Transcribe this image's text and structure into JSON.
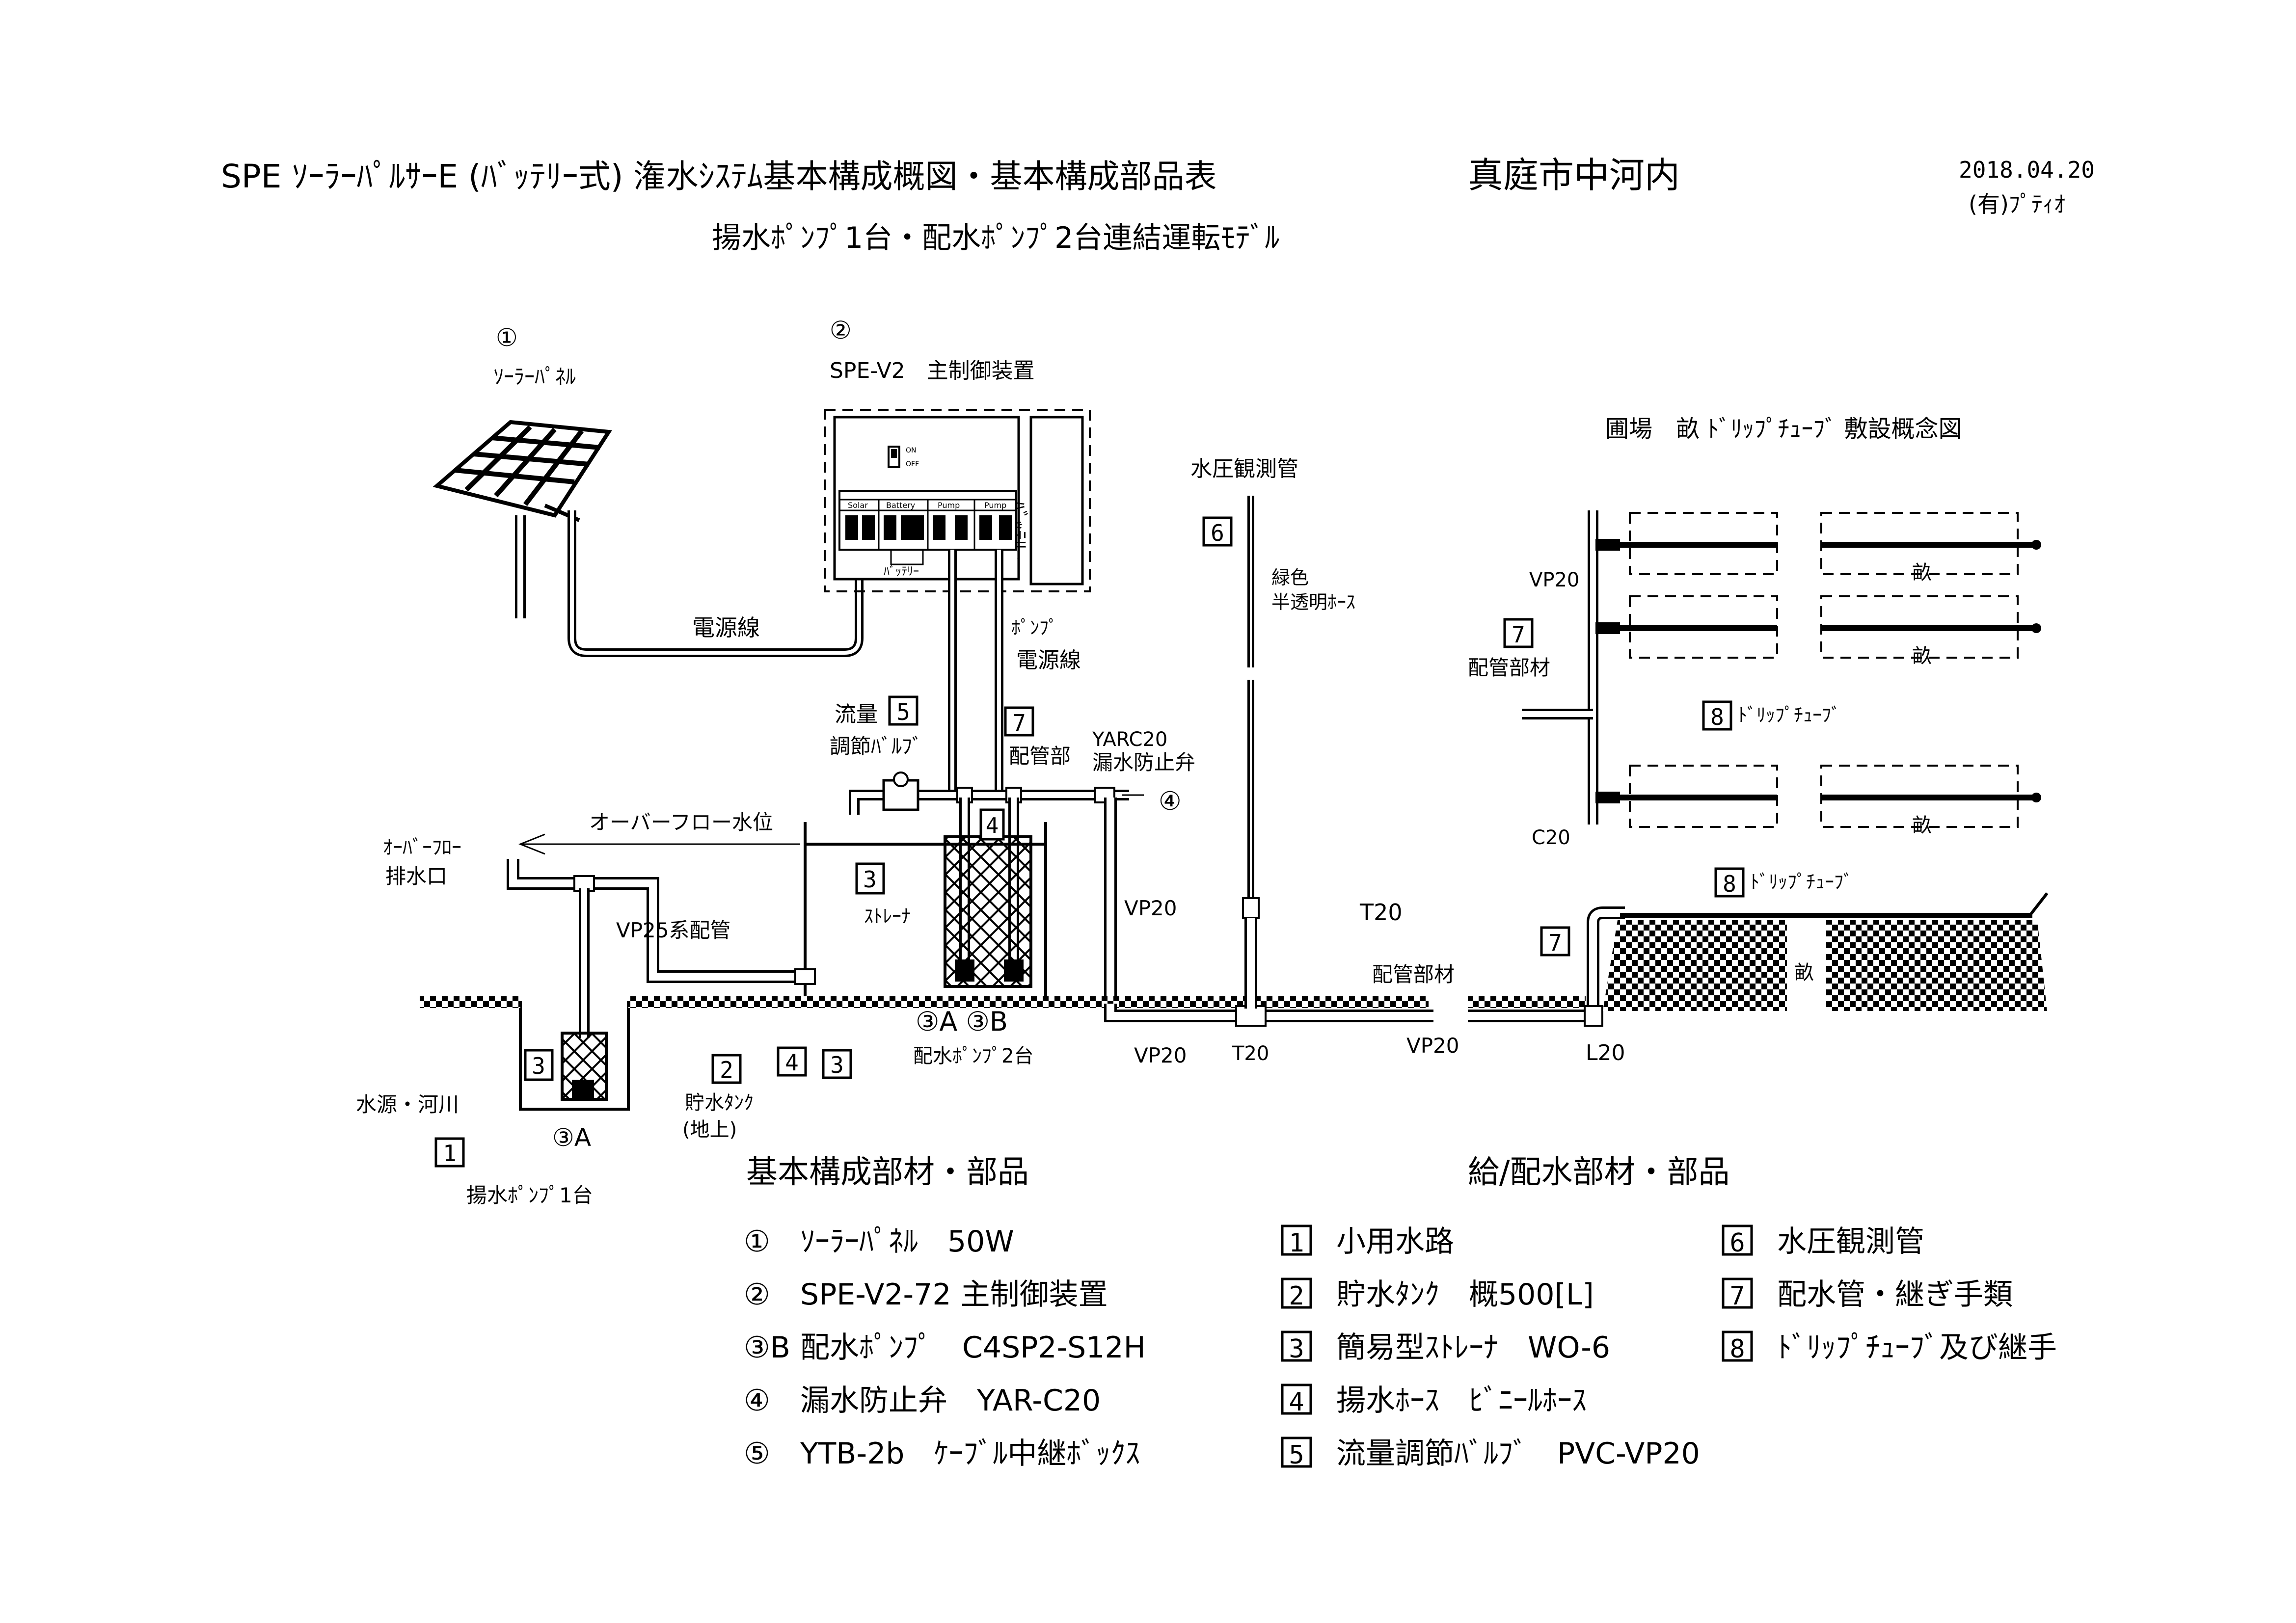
{
  "header": {
    "title": "SPE ｿｰﾗｰﾊﾟﾙｻｰE (ﾊﾞｯﾃﾘｰ式) 潅水ｼｽﾃﾑ基本構成概図・基本構成部品表",
    "location": "真庭市中河内",
    "subtitle": "揚水ﾎﾟﾝﾌﾟ1台・配水ﾎﾟﾝﾌﾟ2台連結運転ﾓﾃﾞﾙ",
    "date": "2018.04.20",
    "company": "(有)ﾌﾟﾃｨｵ"
  },
  "diagram": {
    "solar_num": "①",
    "solar_label": "ｿｰﾗｰﾊﾟﾈﾙ",
    "controller_num": "②",
    "controller_label": "SPE-V2　主制御装置",
    "switch_on": "ON",
    "switch_off": "OFF",
    "terminals": [
      "Solar",
      "Battery",
      "Pump",
      "Pump"
    ],
    "battery_label": "ﾊﾞｯﾃﾘｰ",
    "battery_small": "ﾊﾞｯﾃﾘｰ",
    "power_line": "電源線",
    "pump_power_1": "ﾎﾟﾝﾌﾟ",
    "pump_power_2": "電源線",
    "pressure_tube_label": "水圧観測管",
    "pressure_tube_num": "6",
    "hose_label_1": "緑色",
    "hose_label_2": "半透明ﾎｰｽ",
    "flow_label_1": "流量",
    "flow_num": "5",
    "flow_label_2": "調節ﾊﾞﾙﾌﾞ",
    "piping_num_1": "7",
    "piping_label_1": "配管部",
    "yarc_1": "YARC20",
    "yarc_2": "漏水防止弁",
    "yarc_num": "④",
    "overflow_level": "オーバーフロー水位",
    "overflow_outlet_1": "ｵｰﾊﾞｰﾌﾛｰ",
    "overflow_outlet_2": "排水口",
    "strainer_num": "3",
    "strainer_label": "ｽﾄﾚｰﾅ",
    "tank_hose_num": "4",
    "vp25_label": "VP25系配管",
    "vp20_vertical": "VP20",
    "t20_upper": "T20",
    "piping_material": "配管部材",
    "pump_3a_3b": "③A ③B",
    "dist_pump_label": "配水ﾎﾟﾝﾌﾟ2台",
    "vp20_lower_1": "VP20",
    "t20_lower": "T20",
    "vp20_lower_2": "VP20",
    "l20_label": "L20",
    "source_label": "水源・河川",
    "source_num": "1",
    "intake_num": "3",
    "intake_pump": "③A",
    "intake_pump_label": "揚水ﾎﾟﾝﾌﾟ1台",
    "tank_num": "2",
    "tank_label_1": "貯水ﾀﾝｸ",
    "tank_label_2": "(地上)",
    "num_4_box": "4",
    "num_3_box": "3",
    "field_title": "圃場　畝 ﾄﾞﾘｯﾌﾟﾁｭｰﾌﾞ 敷設概念図",
    "vp20_field": "VP20",
    "field_piping_num": "7",
    "field_piping_label": "配管部材",
    "drip_num_1": "8",
    "drip_label_1": "ﾄﾞﾘｯﾌﾟﾁｭｰﾌﾞ",
    "c20_label": "C20",
    "drip_num_2": "8",
    "drip_label_2": "ﾄﾞﾘｯﾌﾟﾁｭｰﾌﾞ",
    "field_piping_num_2": "7",
    "ridge": "畝"
  },
  "parts_basic": {
    "title": "基本構成部材・部品",
    "items": [
      {
        "num": "①",
        "text": "ｿｰﾗｰﾊﾟﾈﾙ　50W"
      },
      {
        "num": "②",
        "text": "SPE-V2-72 主制御装置"
      },
      {
        "num": "③B",
        "text": "配水ﾎﾟﾝﾌﾟ　C4SP2-S12H"
      },
      {
        "num": "④",
        "text": "漏水防止弁　YAR-C20"
      },
      {
        "num": "⑤",
        "text": "YTB-2b　ｹｰﾌﾞﾙ中継ﾎﾞｯｸｽ"
      }
    ]
  },
  "parts_supply": {
    "title": "給/配水部材・部品",
    "col1": [
      {
        "num": "1",
        "text": "小用水路"
      },
      {
        "num": "2",
        "text": "貯水ﾀﾝｸ　概500[L]"
      },
      {
        "num": "3",
        "text": "簡易型ｽﾄﾚｰﾅ　WO-6"
      },
      {
        "num": "4",
        "text": "揚水ﾎｰｽ　ﾋﾞﾆｰﾙﾎｰｽ"
      },
      {
        "num": "5",
        "text": "流量調節ﾊﾞﾙﾌﾞ　PVC-VP20"
      }
    ],
    "col2": [
      {
        "num": "6",
        "text": "水圧観測管"
      },
      {
        "num": "7",
        "text": "配水管・継ぎ手類"
      },
      {
        "num": "8",
        "text": "ﾄﾞﾘｯﾌﾟﾁｭｰﾌﾞ及び継手"
      }
    ]
  }
}
